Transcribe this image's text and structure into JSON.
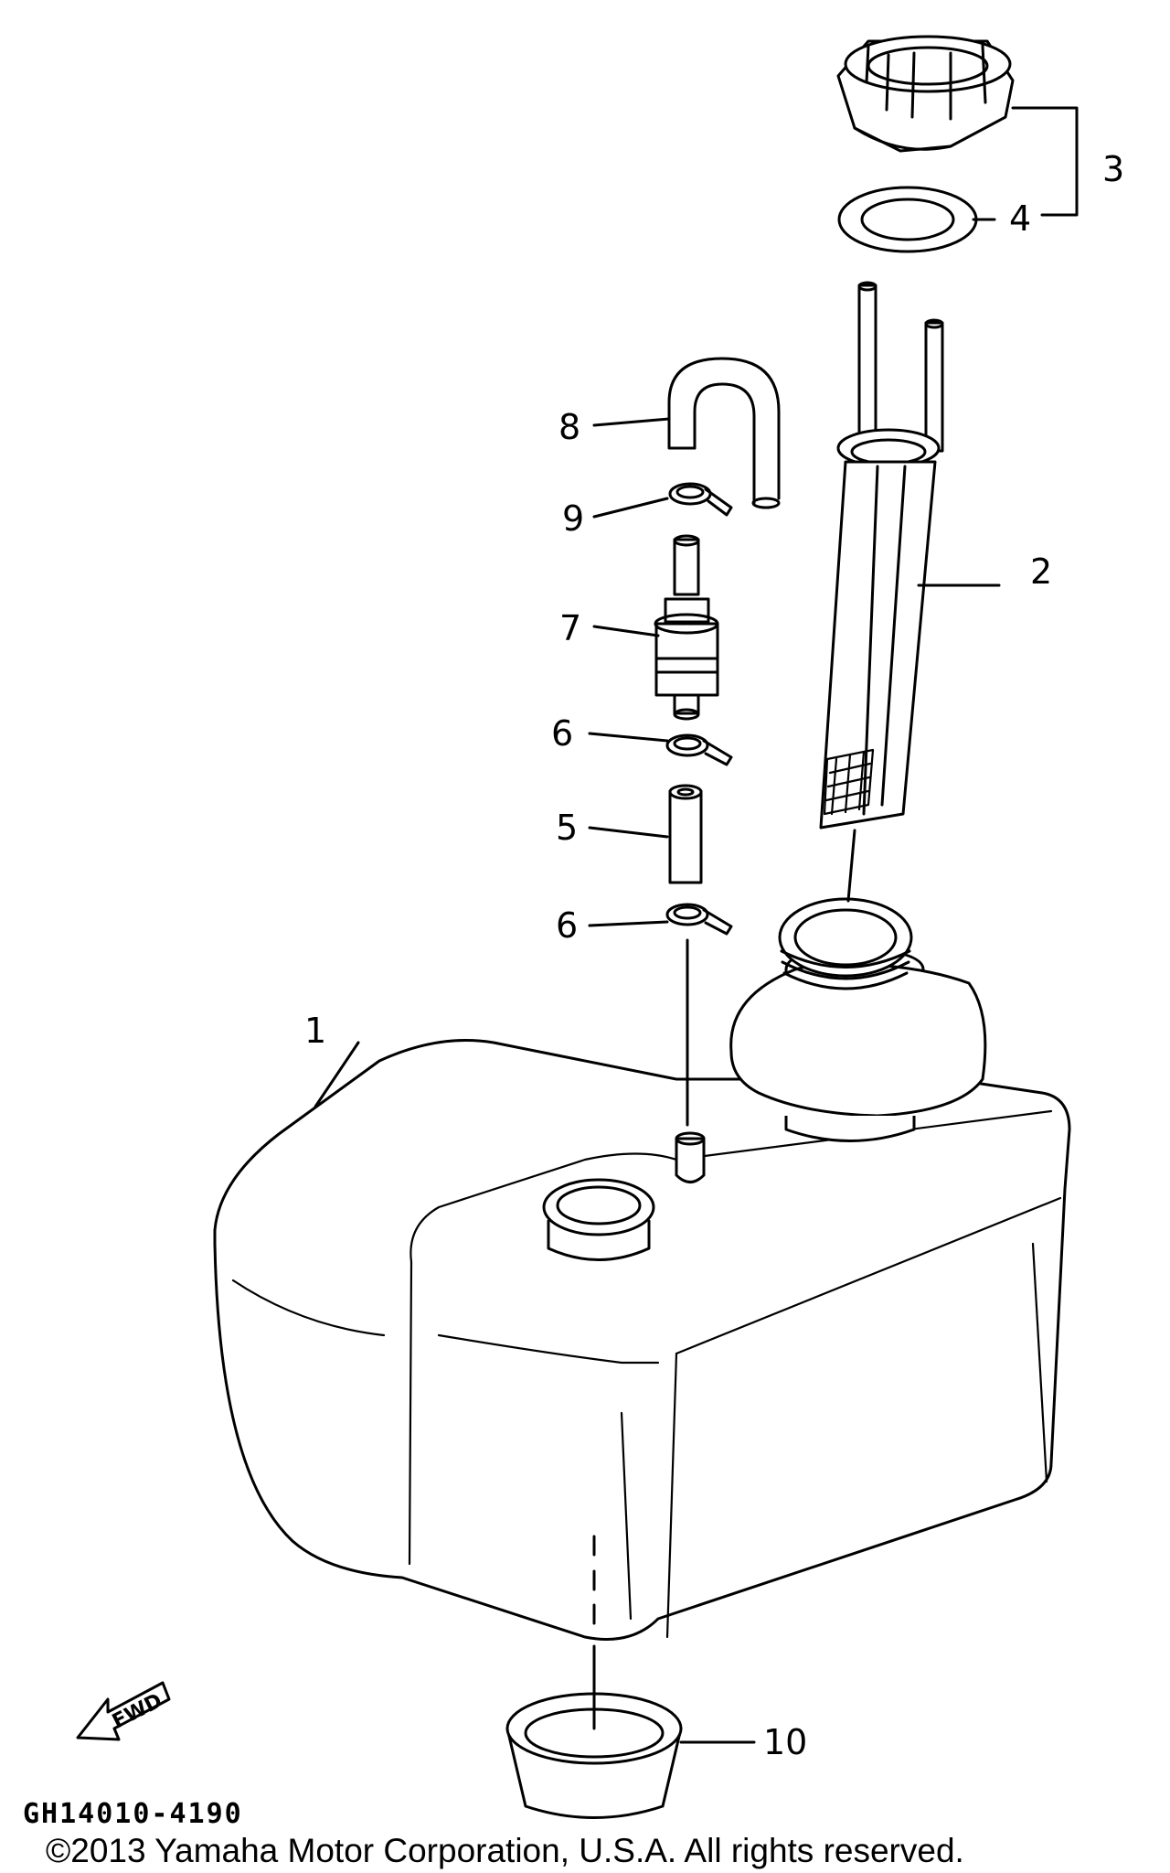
{
  "diagram": {
    "labels": {
      "p1": "1",
      "p2": "2",
      "p3": "3",
      "p4": "4",
      "p5": "5",
      "p6a": "6",
      "p6b": "6",
      "p7": "7",
      "p8": "8",
      "p9": "9",
      "p10": "10"
    },
    "fwd_text": "FWD",
    "drawing_code": "GH14010-4190",
    "copyright": "©2013 Yamaha Motor Corporation, U.S.A. All rights reserved."
  }
}
